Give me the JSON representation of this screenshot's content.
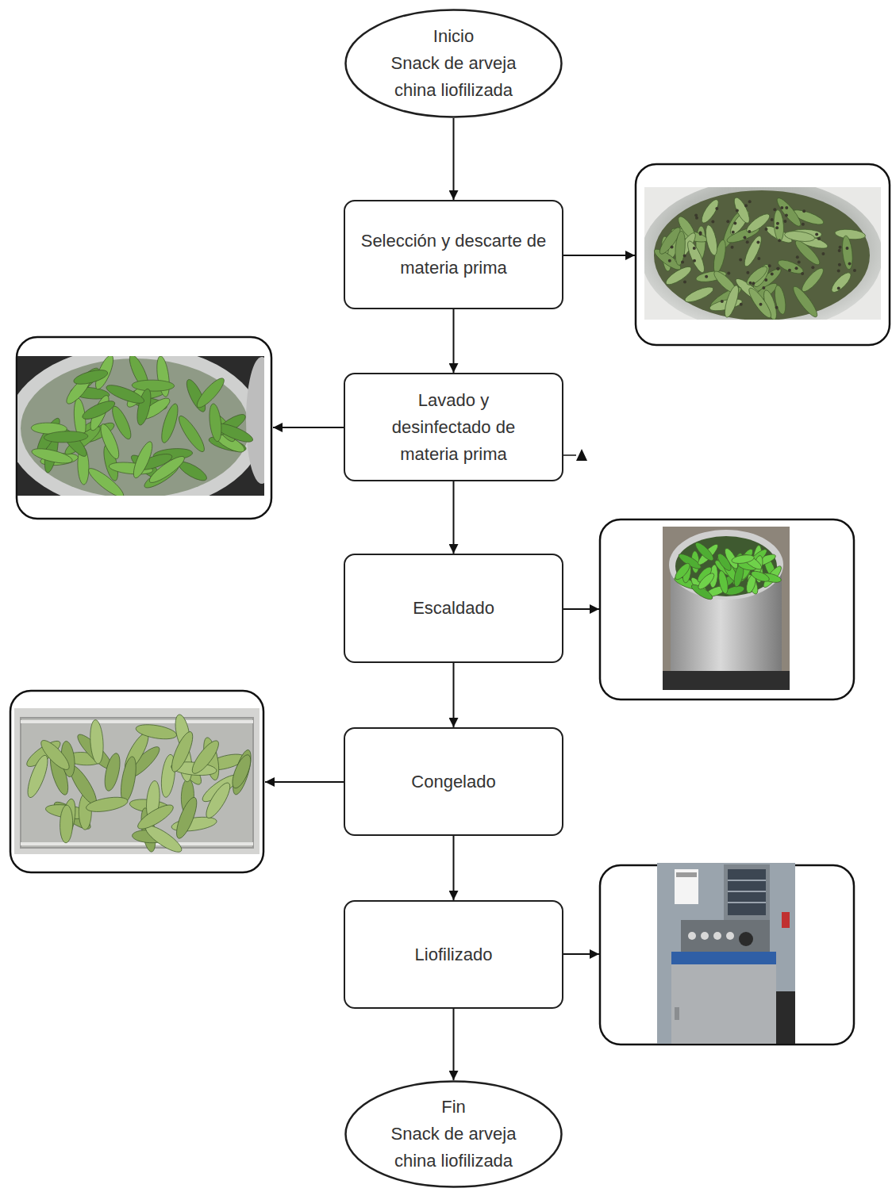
{
  "diagram": {
    "nodes": [
      {
        "text": [
          "Inicio",
          "Snack de arveja china liofilizada"
        ]
      },
      {
        "text": [
          "Selección y descarte de materia prima"
        ]
      },
      {
        "text": [
          "Lavado y desinfectado de materia prima"
        ]
      },
      {
        "text": [
          "Escaldado"
        ]
      },
      {
        "text": [
          "Congelado"
        ]
      },
      {
        "text": [
          "Liofilizado"
        ]
      },
      {
        "text": [
          "Fin",
          "Snack de arveja china liofilizada"
        ]
      }
    ],
    "edges": [
      {
        "from": 0,
        "to": 1,
        "arrow": "to"
      },
      {
        "from": 1,
        "to": 2,
        "arrow": "to"
      },
      {
        "from": 2,
        "to": 3,
        "arrow": "to"
      },
      {
        "from": 3,
        "to": 4,
        "arrow": "to"
      },
      {
        "from": 4,
        "to": 5,
        "arrow": "to"
      },
      {
        "from": 5,
        "to": 6,
        "arrow": "to"
      }
    ]
  }
}
